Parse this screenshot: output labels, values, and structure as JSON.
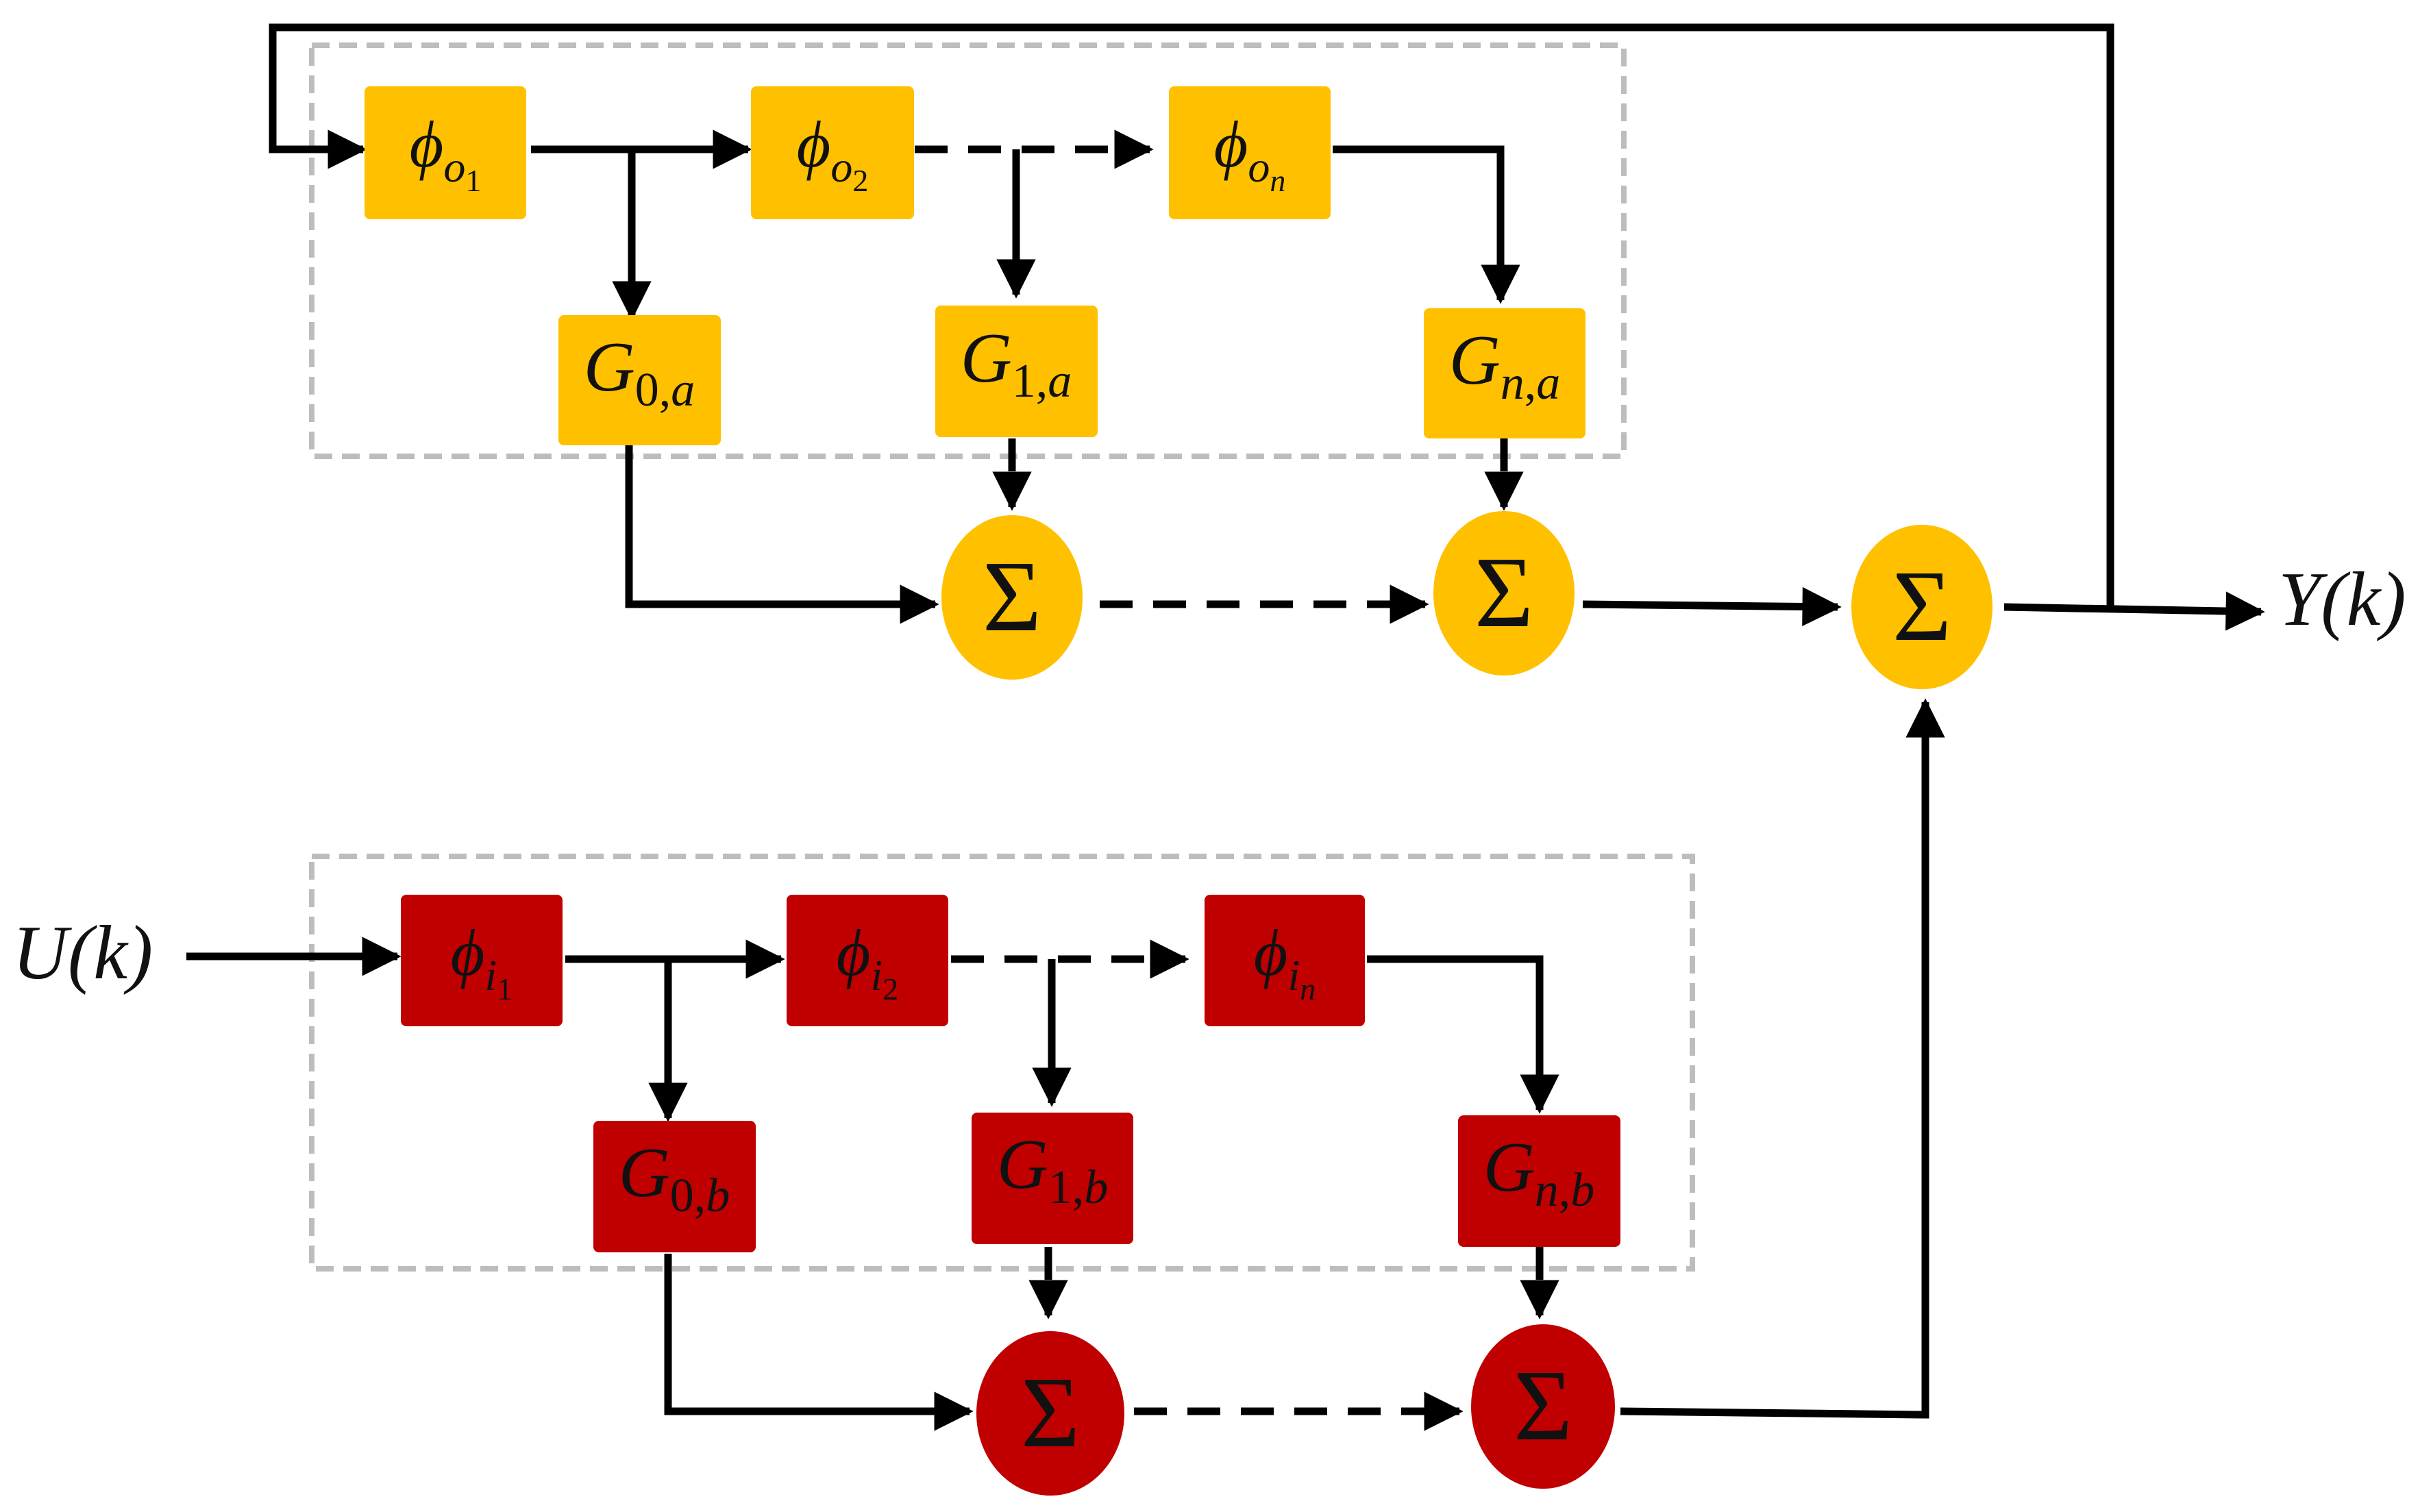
{
  "diagram": {
    "colors": {
      "upper_block": "#FFC000",
      "lower_block": "#C00000",
      "wire": "#000000",
      "group_border": "#BDBDBD"
    },
    "signals": {
      "input": {
        "base": "U",
        "tail": "(k)"
      },
      "output": {
        "base": "Y",
        "tail": "(k)"
      }
    },
    "sum_symbol": "Σ",
    "upper_chain": {
      "phi_blocks": [
        {
          "base": "ϕ",
          "sub": "o",
          "subsub": "1"
        },
        {
          "base": "ϕ",
          "sub": "o",
          "subsub": "2"
        },
        {
          "base": "ϕ",
          "sub": "o",
          "subsub": "n"
        }
      ],
      "g_blocks": [
        {
          "base": "G",
          "sub_num": "0",
          "sub_var": "a"
        },
        {
          "base": "G",
          "sub_num": "1",
          "sub_var": "a"
        },
        {
          "base": "G",
          "sub_num": "n",
          "sub_var": "a"
        }
      ]
    },
    "lower_chain": {
      "phi_blocks": [
        {
          "base": "ϕ",
          "sub": "i",
          "subsub": "1"
        },
        {
          "base": "ϕ",
          "sub": "i",
          "subsub": "2"
        },
        {
          "base": "ϕ",
          "sub": "i",
          "subsub": "n"
        }
      ],
      "g_blocks": [
        {
          "base": "G",
          "sub_num": "0",
          "sub_var": "b"
        },
        {
          "base": "G",
          "sub_num": "1",
          "sub_var": "b"
        },
        {
          "base": "G",
          "sub_num": "n",
          "sub_var": "b"
        }
      ]
    }
  }
}
